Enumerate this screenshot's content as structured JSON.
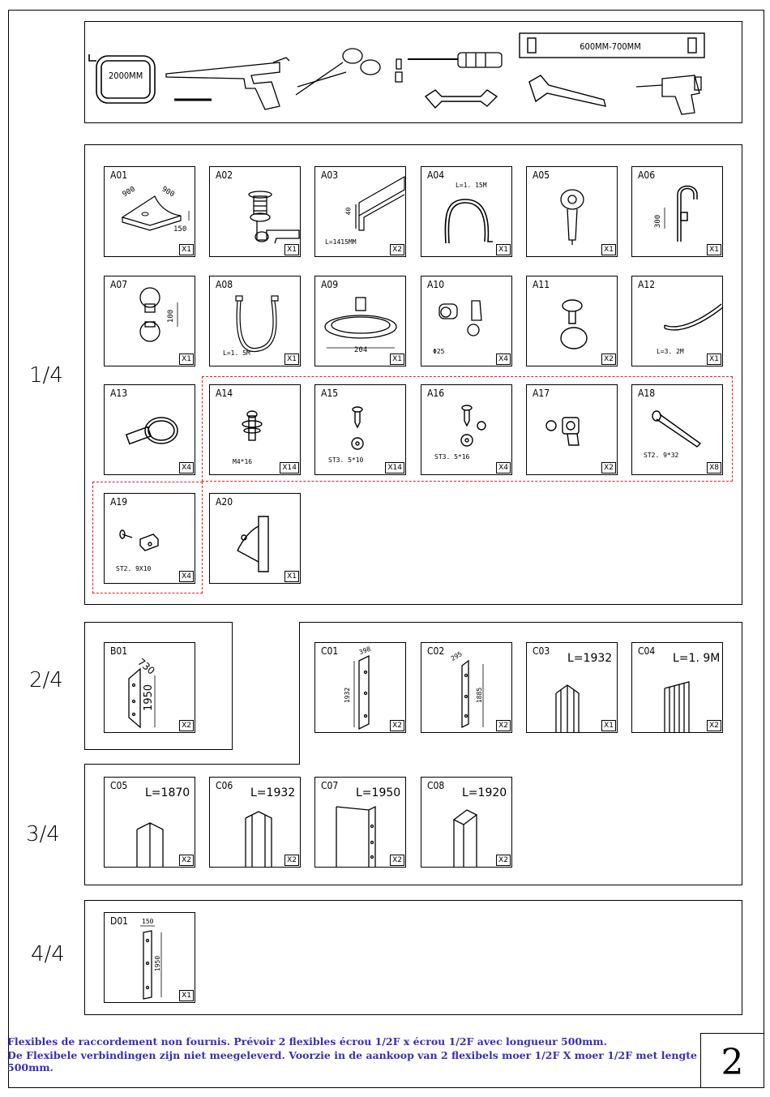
{
  "tools": {
    "tape_label": "2000MM",
    "level_label": "600MM-700MM"
  },
  "stages": {
    "s1": "1/4",
    "s2": "2/4",
    "s3": "3/4",
    "s4": "4/4"
  },
  "parts": {
    "A01": {
      "code": "A01",
      "qty": "X1",
      "d1": "900",
      "d2": "900",
      "d3": "150"
    },
    "A02": {
      "code": "A02",
      "qty": "X1"
    },
    "A03": {
      "code": "A03",
      "qty": "X2",
      "d1": "40",
      "note": "L=1415MM"
    },
    "A04": {
      "code": "A04",
      "qty": "X1",
      "note": "L=1. 15M"
    },
    "A05": {
      "code": "A05",
      "qty": "X1"
    },
    "A06": {
      "code": "A06",
      "qty": "X1",
      "d1": "300"
    },
    "A07": {
      "code": "A07",
      "qty": "X1",
      "d1": "100"
    },
    "A08": {
      "code": "A08",
      "qty": "X1",
      "note": "L=1. 5M"
    },
    "A09": {
      "code": "A09",
      "qty": "X1",
      "d1": "204"
    },
    "A10": {
      "code": "A10",
      "qty": "X4",
      "note": "Φ25"
    },
    "A11": {
      "code": "A11",
      "qty": "X2"
    },
    "A12": {
      "code": "A12",
      "qty": "X1",
      "note": "L=3. 2M"
    },
    "A13": {
      "code": "A13",
      "qty": "X4"
    },
    "A14": {
      "code": "A14",
      "qty": "X14",
      "note": "M4*16"
    },
    "A15": {
      "code": "A15",
      "qty": "X14",
      "note": "ST3. 5*10"
    },
    "A16": {
      "code": "A16",
      "qty": "X4",
      "note": "ST3. 5*16"
    },
    "A17": {
      "code": "A17",
      "qty": "X2"
    },
    "A18": {
      "code": "A18",
      "qty": "X8",
      "note": "ST2. 9*32"
    },
    "A19": {
      "code": "A19",
      "qty": "X4",
      "note": "ST2. 9X10"
    },
    "A20": {
      "code": "A20",
      "qty": "X1"
    },
    "B01": {
      "code": "B01",
      "qty": "X2",
      "d1": "730",
      "d2": "1950"
    },
    "C01": {
      "code": "C01",
      "qty": "X2",
      "d1": "398",
      "d2": "1932"
    },
    "C02": {
      "code": "C02",
      "qty": "X2",
      "d1": "295",
      "d2": "1885"
    },
    "C03": {
      "code": "C03",
      "qty": "X1",
      "len": "L=1932"
    },
    "C04": {
      "code": "C04",
      "qty": "X2",
      "len": "L=1. 9M"
    },
    "C05": {
      "code": "C05",
      "qty": "X2",
      "len": "L=1870"
    },
    "C06": {
      "code": "C06",
      "qty": "X2",
      "len": "L=1932"
    },
    "C07": {
      "code": "C07",
      "qty": "X2",
      "len": "L=1950"
    },
    "C08": {
      "code": "C08",
      "qty": "X2",
      "len": "L=1920"
    },
    "D01": {
      "code": "D01",
      "qty": "X1",
      "d1": "150",
      "d2": "1950"
    }
  },
  "footer": {
    "line1": "Flexibles de raccordement non fournis. Prévoir 2 flexibles écrou 1/2F x écrou 1/2F avec longueur 500mm.",
    "line2": "De Flexibele verbindingen zijn niet meegeleverd. Voorzie in de aankoop van 2 flexibels moer 1/2F X moer 1/2F met lengte 500mm.",
    "page_number": "2"
  }
}
